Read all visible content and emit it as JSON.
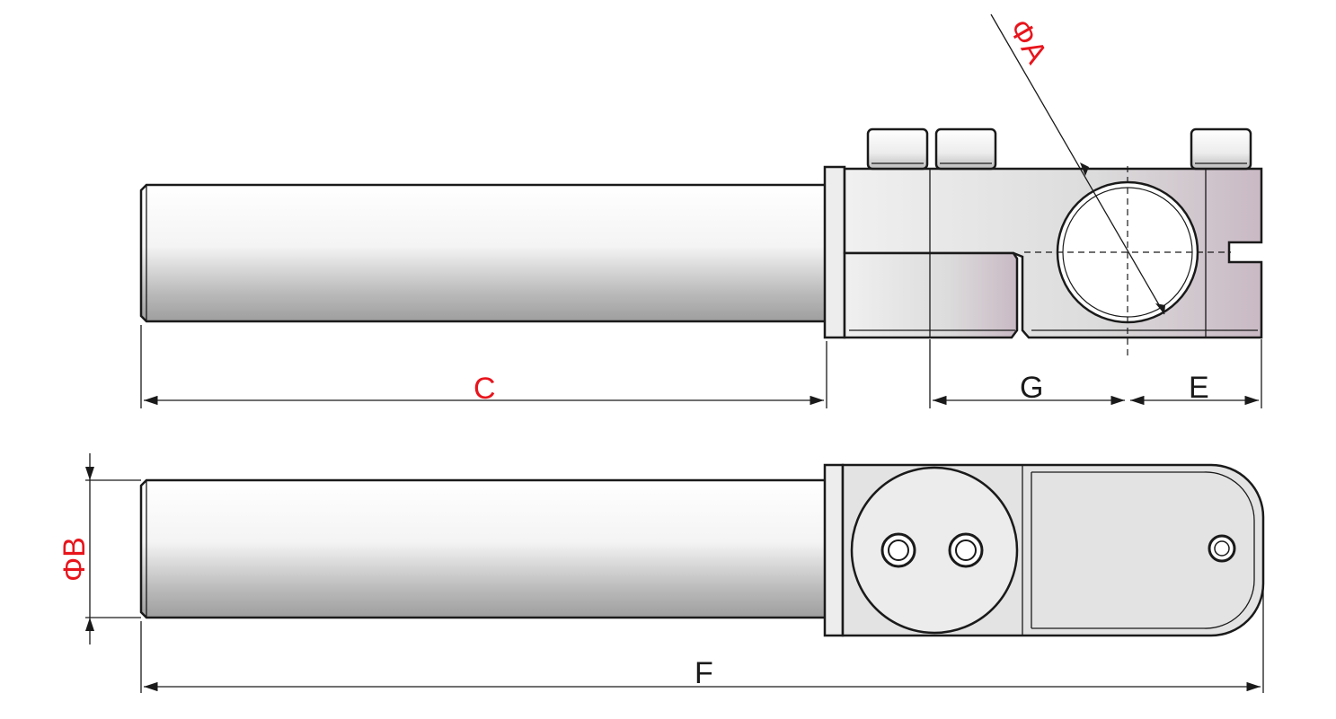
{
  "labels": {
    "dia_a": "ΦA",
    "dia_b": "ΦB",
    "c": "C",
    "e": "E",
    "f": "F",
    "g": "G"
  },
  "colors": {
    "dimension_label_red": "#e8141c",
    "dimension_label_black": "#1a1a1a",
    "outline": "#1a1a1a"
  }
}
